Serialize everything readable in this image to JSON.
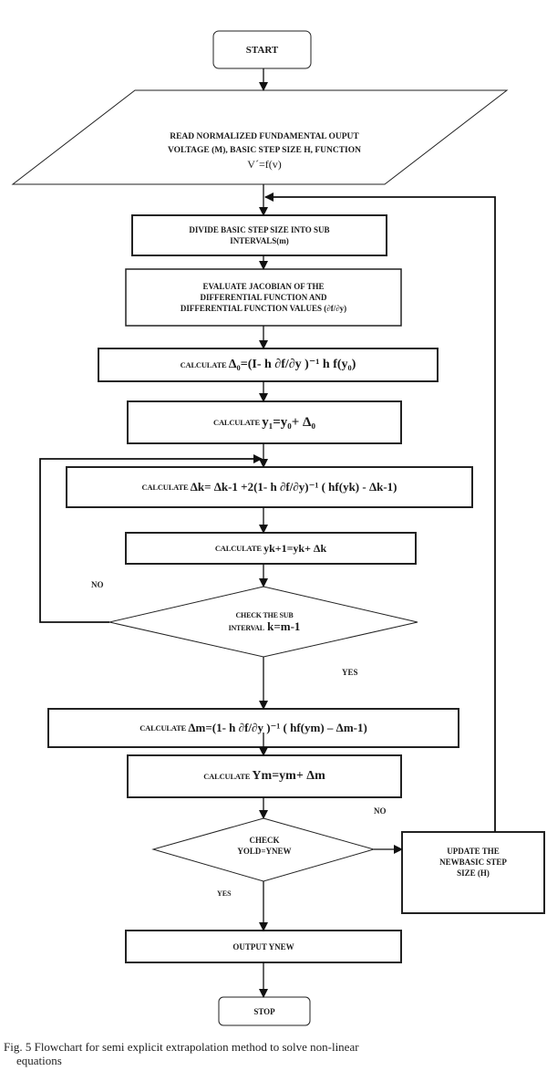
{
  "figure": {
    "nodes": {
      "start": "START",
      "read_line1": "READ NORMALIZED FUNDAMENTAL OUPUT",
      "read_line2": "VOLTAGE (M), BASIC STEP SIZE H, FUNCTION",
      "read_line3": "V´=f(v)",
      "divide_line1": "DIVIDE BASIC STEP SIZE INTO SUB",
      "divide_line2": "INTERVALS(m)",
      "evaluate_line1": "EVALUATE JACOBIAN OF THE",
      "evaluate_line2": "DIFFERENTIAL FUNCTION AND",
      "evaluate_line3": "DIFFERENTIAL FUNCTION VALUES (∂f/∂y)",
      "calc_label": "CALCULATE",
      "delta0_expr": "Δ₀=(I- h ∂f/∂y )⁻¹  h f(y₀)",
      "y1_expr": "y₁=y₀+ Δ₀",
      "deltak_expr": "Δk= Δk-1 +2(1- h ∂f/∂y)⁻¹  ( hf(yk) - Δk-1)",
      "yk1_expr": "yk+1=yk+ Δk",
      "check1_line1": "CHECK THE SUB",
      "check1_line2_label": "INTERVAL",
      "check1_line2_expr": "k=m-1",
      "deltam_expr": "Δm=(1- h ∂f/∂y )⁻¹  ( hf(ym) – Δm-1)",
      "ym_expr": "Ym=ym+ Δm",
      "check2_line1": "CHECK",
      "check2_line2": "YOLD=YNEW",
      "update_line1": "UPDATE THE",
      "update_line2": "NEWBASIC STEP",
      "update_line3": "SIZE (H)",
      "output": "OUTPUT YNEW",
      "stop": "STOP"
    },
    "edge_labels": {
      "check1_no": "NO",
      "check1_yes": "YES",
      "check2_no": "NO",
      "check2_yes": "YES"
    },
    "caption_line1": "Fig. 5 Flowchart for semi explicit extrapolation method to solve non-linear",
    "caption_line2": "equations"
  }
}
